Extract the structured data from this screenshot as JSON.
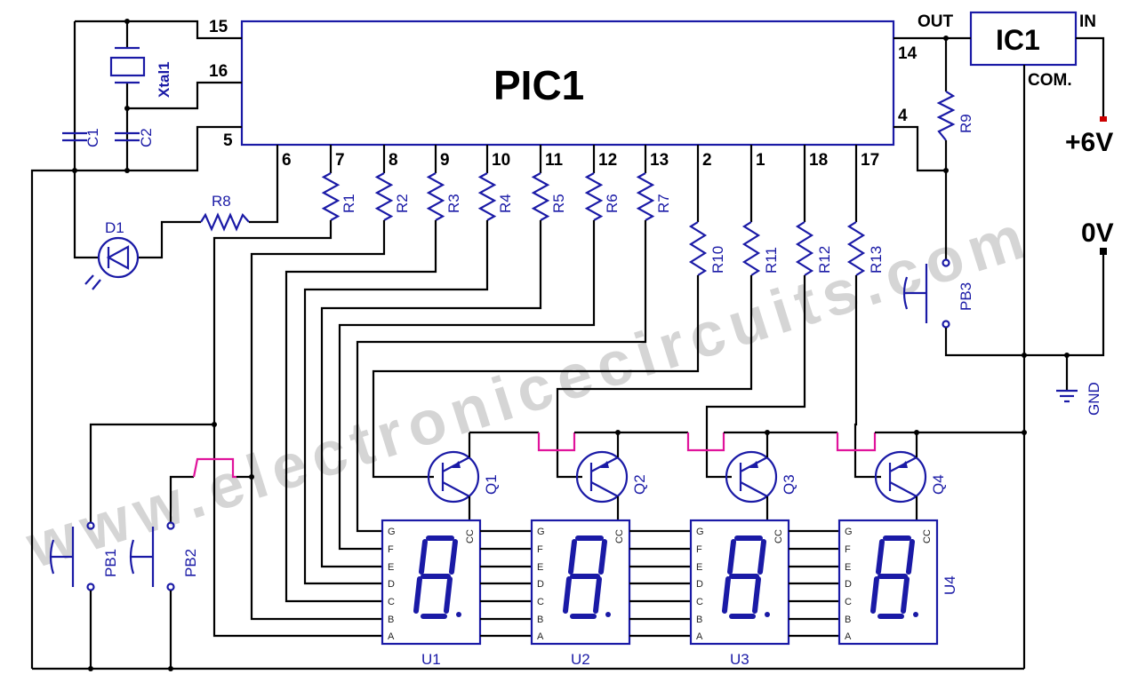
{
  "diagram": {
    "type": "circuit-schematic",
    "watermark": "www.electronicecircuits.com",
    "microcontroller": {
      "label": "PIC1",
      "pins_left": [
        "15",
        "16",
        "5"
      ],
      "pins_bottom": [
        "6",
        "7",
        "8",
        "9",
        "10",
        "11",
        "12",
        "13",
        "2",
        "1",
        "18",
        "17"
      ],
      "pins_right": [
        "14",
        "4"
      ]
    },
    "regulator": {
      "label": "IC1",
      "out_label": "OUT",
      "in_label": "IN",
      "com_label": "COM."
    },
    "power": {
      "positive": "+6V",
      "zero": "0V",
      "ground": "GND",
      "positive_terminal_color": "#cc0000"
    },
    "components": {
      "crystal": "Xtal1",
      "capacitors": [
        "C1",
        "C2"
      ],
      "led": "D1",
      "resistors_segment": [
        "R1",
        "R2",
        "R3",
        "R4",
        "R5",
        "R6",
        "R7"
      ],
      "resistor_led": "R8",
      "resistor_pullup": "R9",
      "resistors_base": [
        "R10",
        "R11",
        "R12",
        "R13"
      ],
      "transistors": [
        "Q1",
        "Q2",
        "Q3",
        "Q4"
      ],
      "pushbuttons": [
        "PB1",
        "PB2",
        "PB3"
      ],
      "displays": [
        "U1",
        "U2",
        "U3",
        "U4"
      ]
    },
    "display_pins": {
      "segments": [
        "G",
        "F",
        "E",
        "D",
        "C",
        "B",
        "A"
      ],
      "common": "CC"
    },
    "colors": {
      "wire": "#000000",
      "component": "#1a1aa6",
      "crossover": "#e0139b",
      "watermark": "#c8c8c8"
    }
  }
}
